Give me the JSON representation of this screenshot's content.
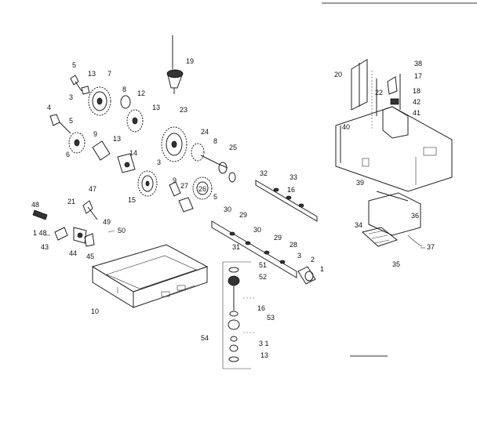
{
  "labels": {
    "l19": "19",
    "l5a": "5",
    "l13a": "13",
    "l7": "7",
    "l3a": "3",
    "l8a": "8",
    "l12": "12",
    "l13b": "13",
    "l23": "23",
    "l4": "4",
    "l5b": "5",
    "l9a": "9",
    "l13c": "13",
    "l6": "6",
    "l14": "14",
    "l3b": "3",
    "l24": "24",
    "l8b": "8",
    "l25": "25",
    "l9b": "9",
    "l27": "27",
    "l26": "26",
    "l15": "15",
    "l5c": "5",
    "l32": "32",
    "l33": "33",
    "l16a": "16",
    "l47": "47",
    "l48": "48",
    "l21": "21",
    "l148": "1 48",
    "l49": "49",
    "l50": "50",
    "l43": "43",
    "l44": "44",
    "l45": "45",
    "l30a": "30",
    "l29a": "29",
    "l30b": "30",
    "l29b": "29",
    "l28": "28",
    "l31": "31",
    "l3c": "3",
    "l2": "2",
    "l1": "1",
    "l51": "51",
    "l52": "52",
    "l10": "10",
    "l16b": "16",
    "l53": "53",
    "l54": "54",
    "l3d": "3 1",
    "l13d": "13",
    "l20": "20",
    "l38": "38",
    "l17": "17",
    "l18": "18",
    "l22": "22",
    "l42": "42",
    "l41": "41",
    "l40": "40",
    "l39": "39",
    "l36": "36",
    "l34": "34",
    "l35": "35",
    "l37": "37"
  }
}
